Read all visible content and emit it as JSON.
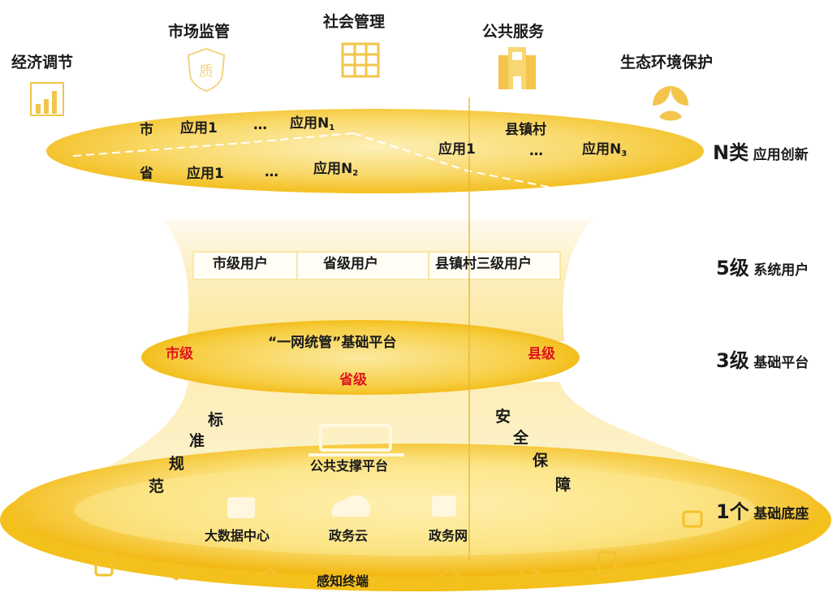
{
  "colors": {
    "gold": "#f5c21b",
    "light_gold": "#fbe08a",
    "pale_gold": "#fdf1c4",
    "red_label": "#e0141c",
    "text": "#1a1a1a"
  },
  "top_icons": [
    {
      "label": "经济调节",
      "icon": "bar-chart-icon"
    },
    {
      "label": "市场监管",
      "icon": "quality-shield-icon"
    },
    {
      "label": "社会管理",
      "icon": "grid-icon"
    },
    {
      "label": "公共服务",
      "icon": "building-icon"
    },
    {
      "label": "生态环境保护",
      "icon": "leaf-icon"
    }
  ],
  "apps": {
    "city": "市",
    "province": "省",
    "county": "县镇村",
    "app1": "应用1",
    "ellipsis": "…",
    "appN": "应用N",
    "sub1": "1",
    "sub2": "2",
    "sub3": "3"
  },
  "users": {
    "city": "市级用户",
    "province": "省级用户",
    "county": "县镇村三级用户"
  },
  "platform": {
    "title": "“一网统管”基础平台",
    "city": "市级",
    "province": "省级",
    "county": "县级"
  },
  "base": {
    "support": "公共支撑平台",
    "bigdata": "大数据中心",
    "cloud": "政务云",
    "network": "政务网",
    "sensing": "感知终端",
    "standards": [
      "标",
      "准",
      "规",
      "范"
    ],
    "security": [
      "安",
      "全",
      "保",
      "障"
    ]
  },
  "right_labels": [
    {
      "big": "N类",
      "small": "应用创新"
    },
    {
      "big": "5级",
      "small": "系统用户"
    },
    {
      "big": "3级",
      "small": "基础平台"
    },
    {
      "big": "1个",
      "small": "基础底座"
    }
  ]
}
